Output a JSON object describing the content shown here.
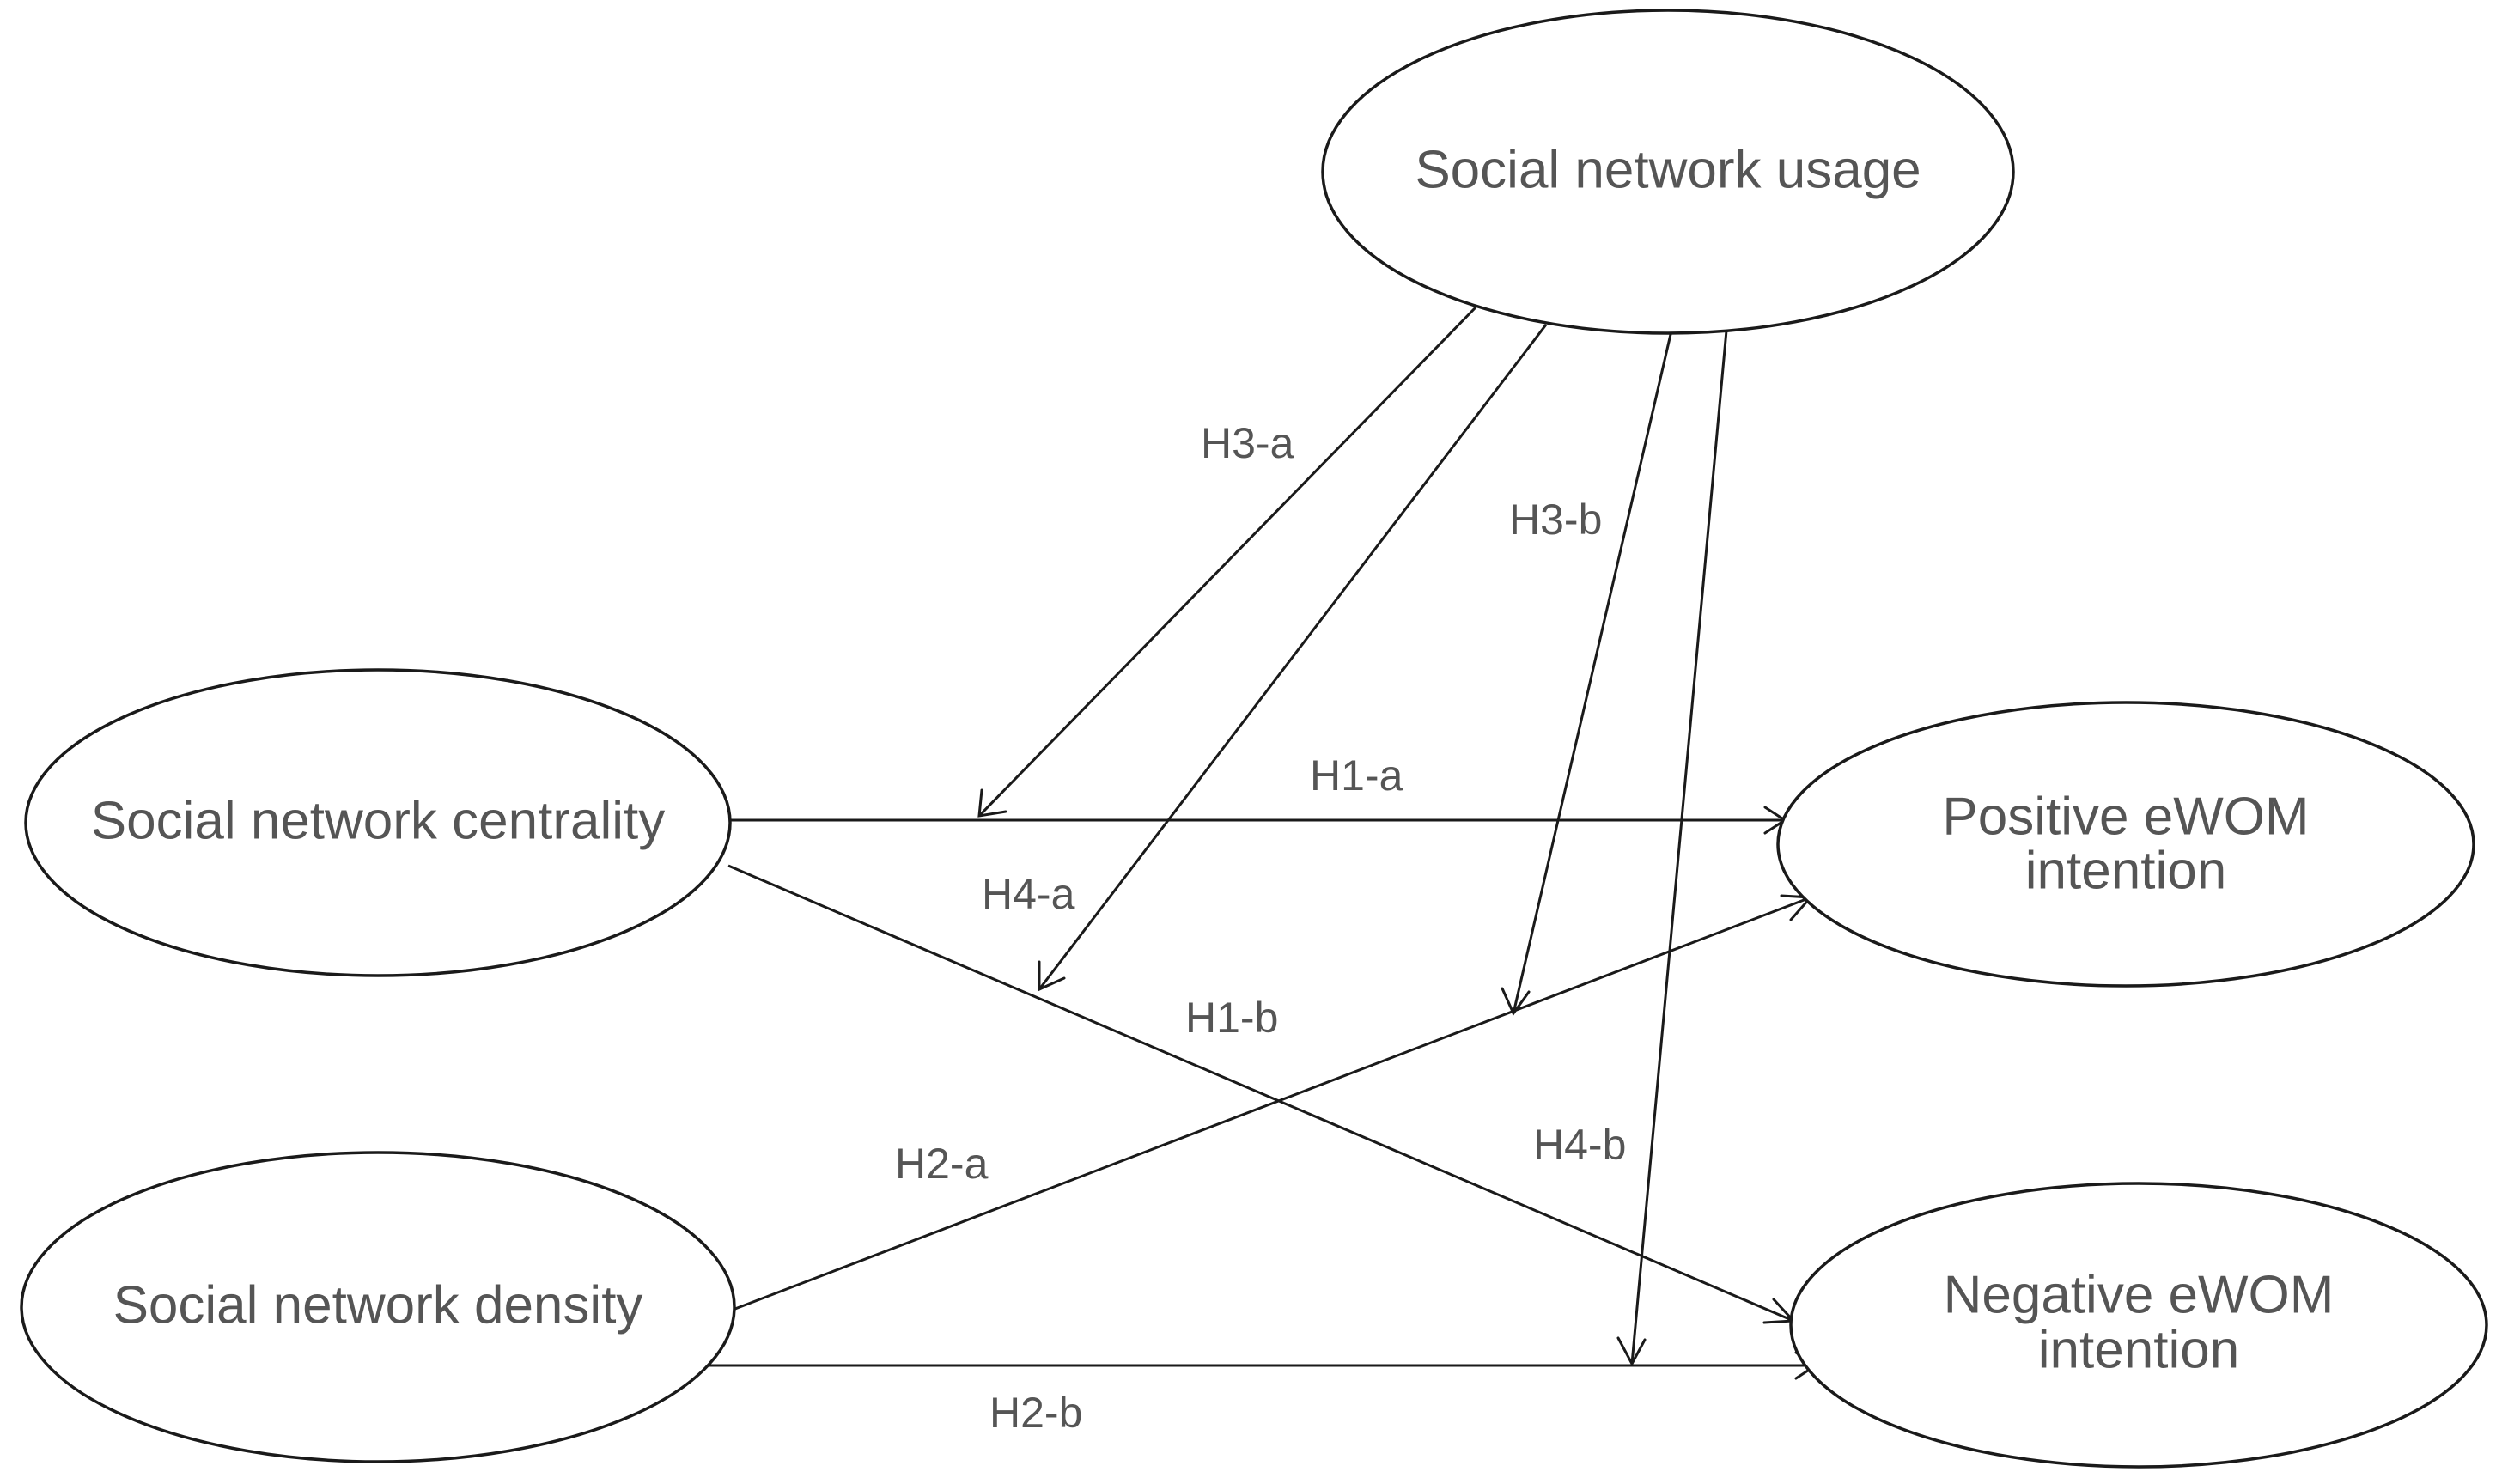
{
  "nodes": {
    "usage": {
      "label": "Social network usage"
    },
    "centrality": {
      "label": "Social network centrality"
    },
    "density": {
      "label": "Social network density"
    },
    "positive": {
      "lines": [
        "Positive eWOM",
        "intention"
      ]
    },
    "negative": {
      "lines": [
        "Negative eWOM",
        "intention"
      ]
    }
  },
  "edges": {
    "h1a": {
      "label": "H1-a",
      "from": "Social network centrality",
      "to": "Positive eWOM intention"
    },
    "h1b": {
      "label": "H1-b",
      "from": "Social network centrality",
      "to": "Negative eWOM intention"
    },
    "h2a": {
      "label": "H2-a",
      "from": "Social network density",
      "to": "Positive eWOM intention"
    },
    "h2b": {
      "label": "H2-b",
      "from": "Social network density",
      "to": "Negative eWOM intention"
    },
    "h3a": {
      "label": "H3-a",
      "from": "Social network usage",
      "to": "H1-a"
    },
    "h3b": {
      "label": "H3-b",
      "from": "Social network usage",
      "to": "H2-a"
    },
    "h4a": {
      "label": "H4-a",
      "from": "Social network usage",
      "to": "H1-b"
    },
    "h4b": {
      "label": "H4-b",
      "from": "Social network usage",
      "to": "H2-b"
    }
  },
  "colors": {
    "stroke": "#1a1a1a",
    "text": "#555555",
    "background": "#ffffff"
  }
}
